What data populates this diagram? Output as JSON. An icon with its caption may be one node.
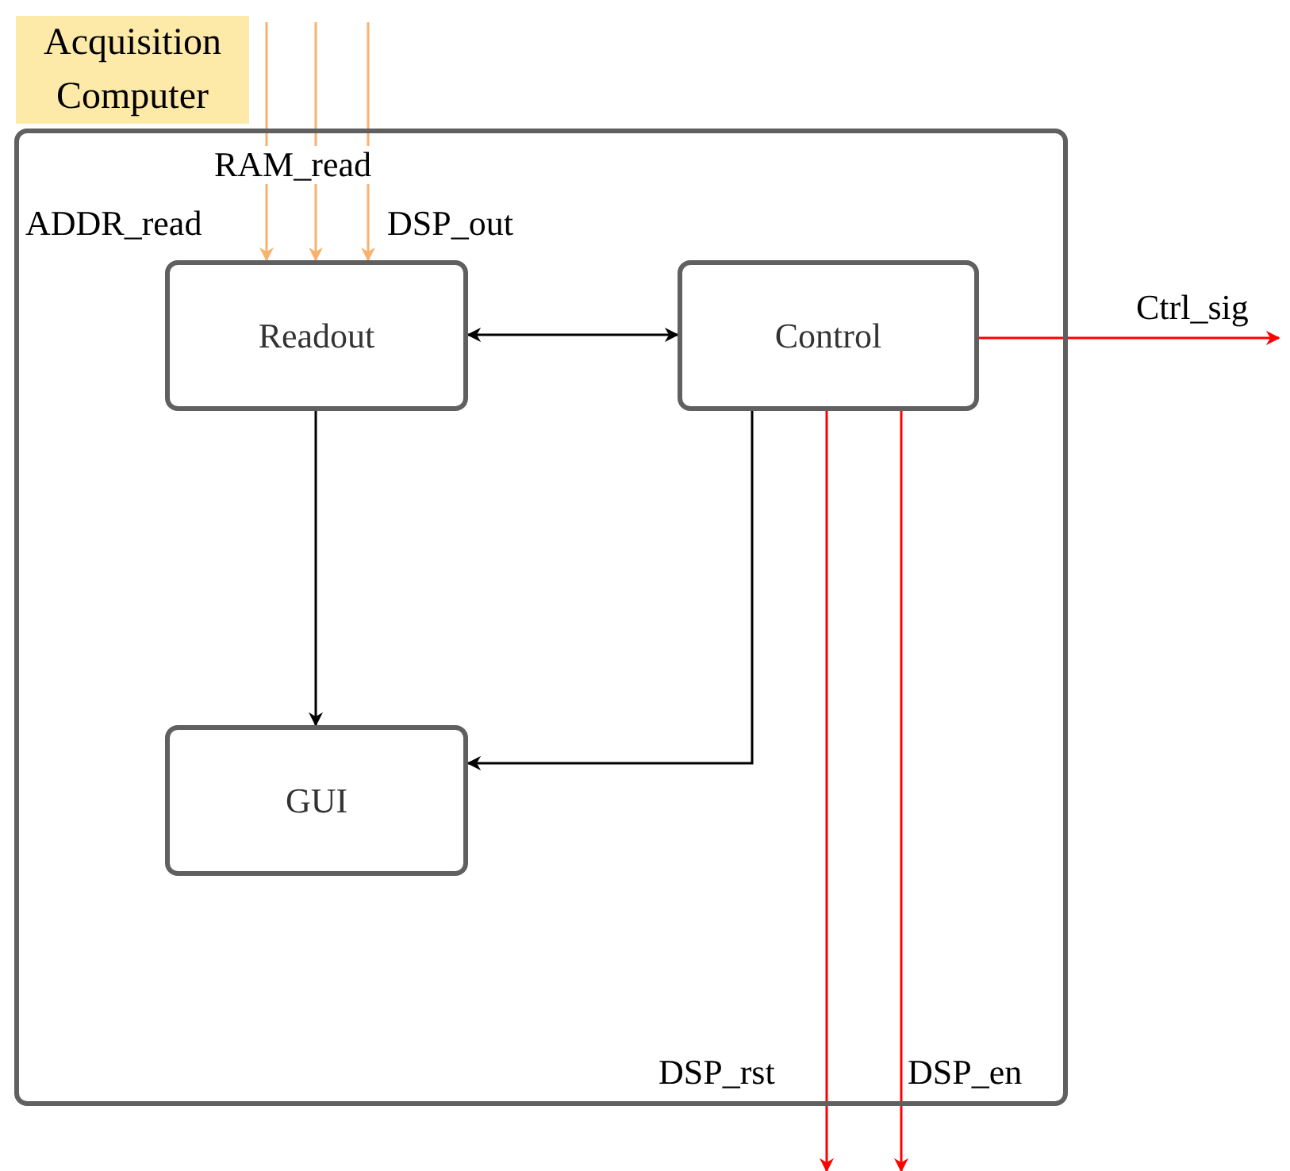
{
  "diagram": {
    "nodes": [
      {
        "text": [
          "Acquisition Computer"
        ]
      },
      {
        "text": [
          "Readout"
        ],
        "in": 0
      },
      {
        "text": [
          "Control"
        ],
        "in": 0
      },
      {
        "text": [
          "GUI"
        ],
        "in": 0
      }
    ],
    "edges": [
      {
        "from": null,
        "to": 1,
        "arrow": "to",
        "label": "ADDR_read",
        "color": "#f9b26e"
      },
      {
        "from": null,
        "to": 1,
        "arrow": "to",
        "label": "RAM_read",
        "color": "#f9b26e"
      },
      {
        "from": null,
        "to": 1,
        "arrow": "to",
        "label": "DSP_out",
        "color": "#f9b26e"
      },
      {
        "from": 1,
        "to": 2,
        "arrow": "both",
        "color": "#000000"
      },
      {
        "from": 1,
        "to": 3,
        "arrow": "to",
        "color": "#000000"
      },
      {
        "from": 2,
        "to": 3,
        "arrow": "to",
        "color": "#000000"
      },
      {
        "from": 2,
        "to": null,
        "arrow": "to",
        "label": "Ctrl_sig",
        "color": "#ff0000"
      },
      {
        "from": 2,
        "to": null,
        "arrow": "to",
        "label": "DSP_rst",
        "color": "#ff0000"
      },
      {
        "from": 2,
        "to": null,
        "arrow": "to",
        "label": "DSP_en",
        "color": "#ff0000"
      }
    ]
  }
}
